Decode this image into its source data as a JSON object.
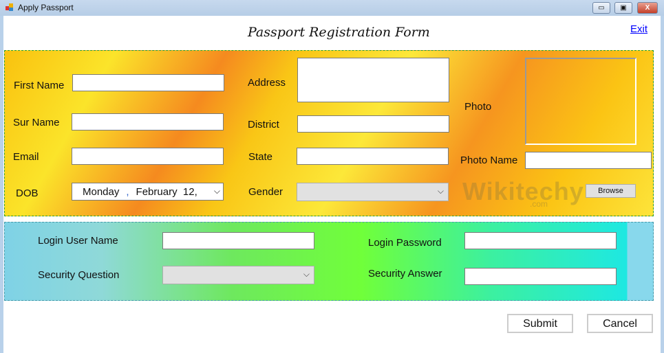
{
  "window": {
    "title": "Apply Passport",
    "minimize": "▭",
    "maximize": "▣",
    "close": "X"
  },
  "header": {
    "title": "Passport Registration Form",
    "exit": "Exit"
  },
  "personal": {
    "first_name_label": "First Name",
    "first_name": "",
    "sur_name_label": "Sur Name",
    "sur_name": "",
    "email_label": "Email",
    "email": "",
    "dob_label": "DOB",
    "dob_day": "Monday",
    "dob_sep": ",",
    "dob_month_day": "February  12,",
    "address_label": "Address",
    "address": "",
    "district_label": "District",
    "district": "",
    "state_label": "State",
    "state": "",
    "gender_label": "Gender",
    "gender": "",
    "photo_label": "Photo",
    "photo_name_label": "Photo Name",
    "photo_name": "",
    "browse": "Browse",
    "watermark": "Wikitechy",
    "watermark_sub": ".com"
  },
  "login": {
    "user_label": "Login User Name",
    "password_label": "Login Password",
    "question_label": "Security Question",
    "answer_label": "Security Answer"
  },
  "actions": {
    "submit": "Submit",
    "cancel": "Cancel"
  }
}
